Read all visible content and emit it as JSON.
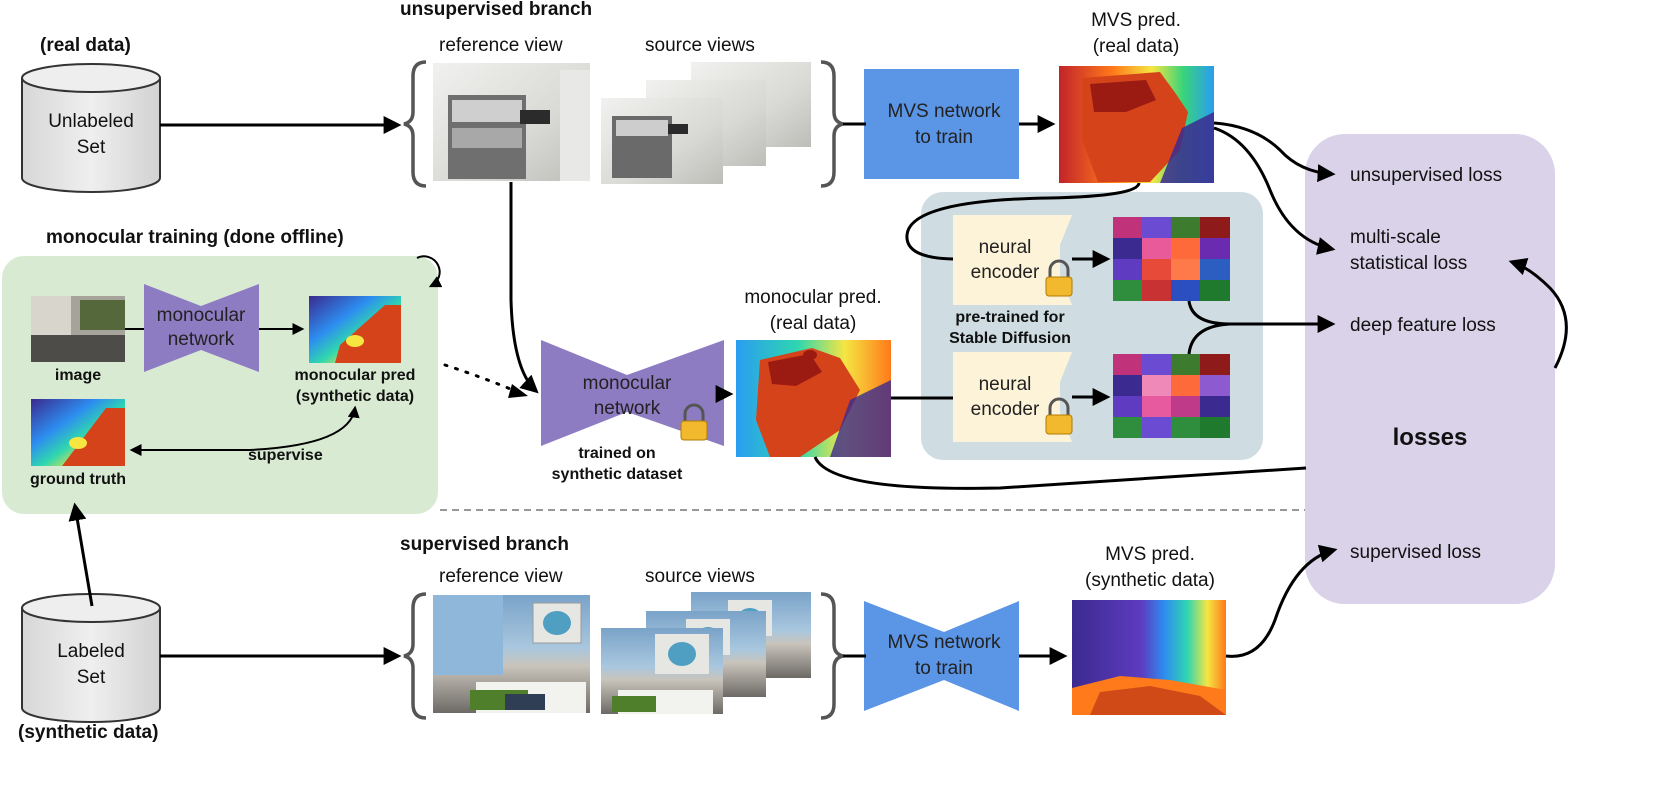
{
  "branches": {
    "unsupervised": "unsupervised branch",
    "supervised": "supervised branch"
  },
  "datasets": {
    "real_label": "(real data)",
    "unlabeled_line1": "Unlabeled",
    "unlabeled_line2": "Set",
    "synthetic_label": "(synthetic data)",
    "labeled_line1": "Labeled",
    "labeled_line2": "Set"
  },
  "views": {
    "reference": "reference view",
    "source": "source views"
  },
  "mvs": {
    "network_line1": "MVS network",
    "network_line2": "to train",
    "pred_real_line1": "MVS pred.",
    "pred_real_line2": "(real data)",
    "pred_syn_line1": "MVS pred.",
    "pred_syn_line2": "(synthetic data)"
  },
  "mono_training": {
    "title": "monocular training (done offline)",
    "net_line1": "monocular",
    "net_line2": "network",
    "image": "image",
    "pred_line1": "monocular pred",
    "pred_line2": "(synthetic data)",
    "gt": "ground truth",
    "supervise": "supervise"
  },
  "mono_frozen": {
    "net_line1": "monocular",
    "net_line2": "network",
    "trained_line1": "trained on",
    "trained_line2": "synthetic dataset",
    "pred_line1": "monocular pred.",
    "pred_line2": "(real data)"
  },
  "encoder": {
    "label_line1": "neural",
    "label_line2": "encoder",
    "pretrained_line1": "pre-trained for",
    "pretrained_line2": "Stable Diffusion"
  },
  "losses": {
    "unsupervised": "unsupervised loss",
    "multiscale_line1": "multi-scale",
    "multiscale_line2": "statistical loss",
    "deep_feature": "deep feature loss",
    "title": "losses",
    "supervised": "supervised loss"
  },
  "colors": {
    "mvs_net": "#5b95e6",
    "mono_net": "#8e7cc3",
    "encoder": "#fdf3d8",
    "mono_panel": "#d9ead3",
    "encoder_panel": "#cfdde2",
    "loss_panel": "#d9d2e9",
    "cylinder": "#e3e3e3"
  },
  "icons": {
    "lock": "lock-icon",
    "cycle": "refresh-icon"
  }
}
